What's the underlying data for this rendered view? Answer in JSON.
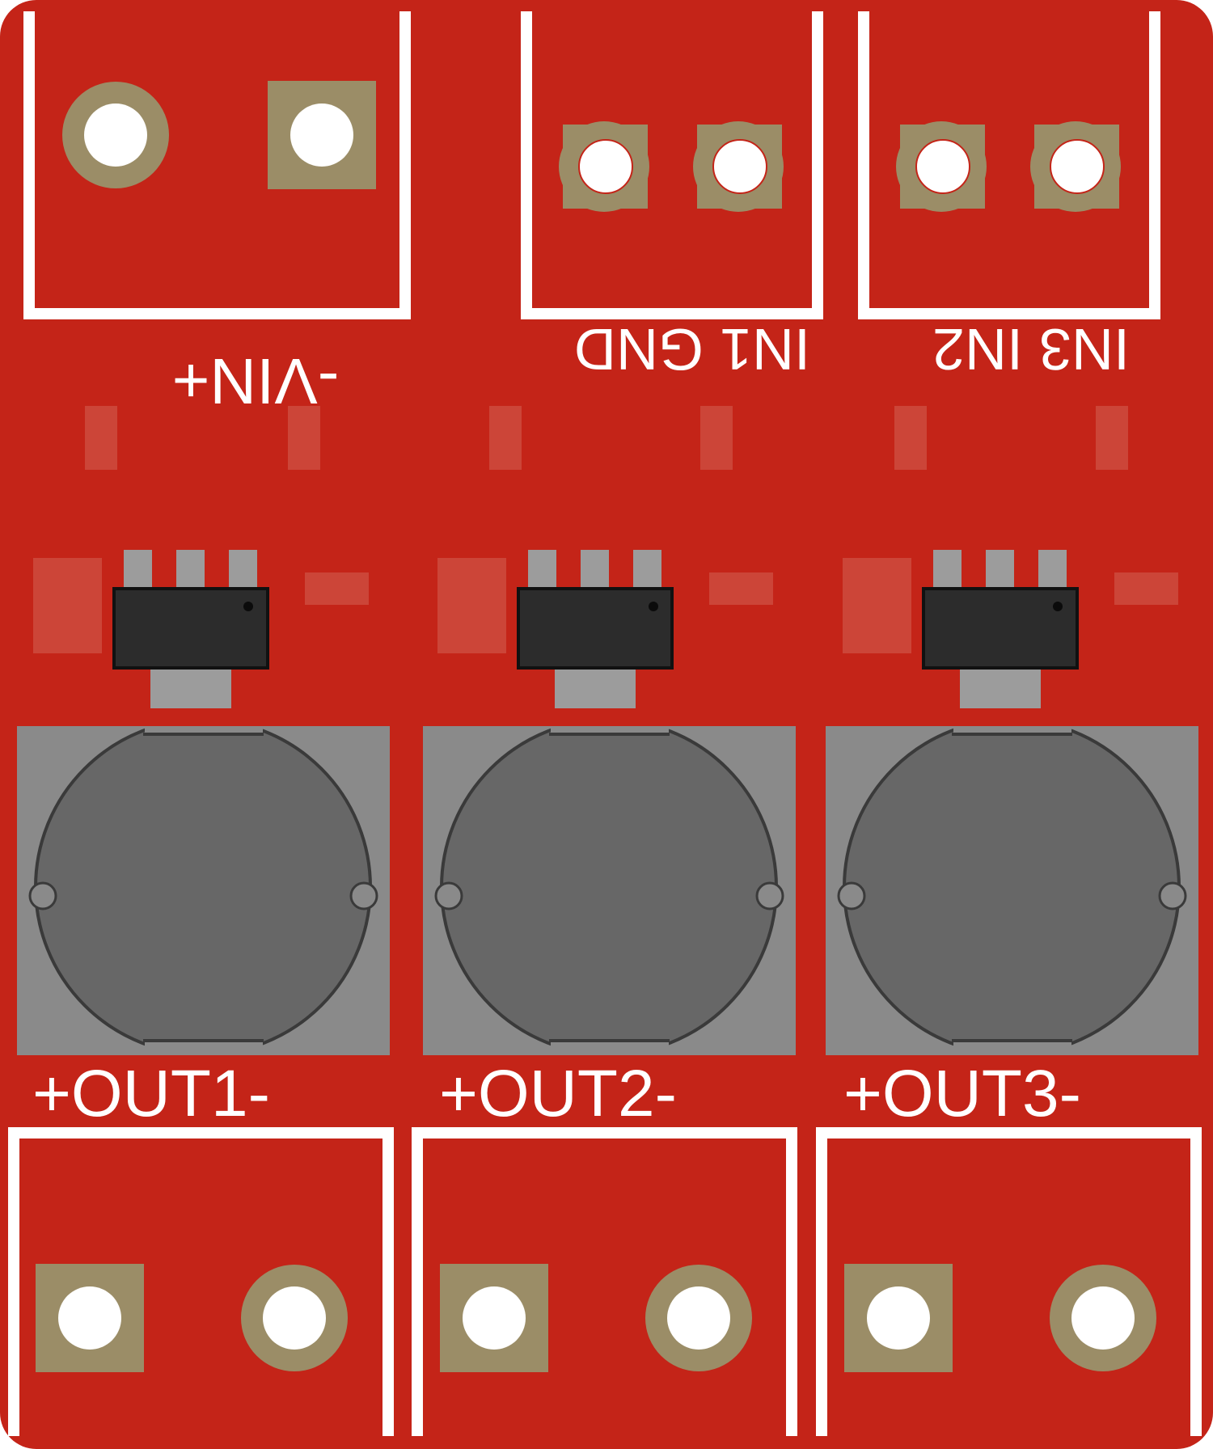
{
  "board": {
    "colors": {
      "pcb": "#c42418",
      "silkscreen": "#ffffff",
      "pad": "#9b8d67",
      "drill": "#ffffff",
      "smd_pad": "#cc4538",
      "ic_body": "#2c2c2c",
      "ic_lead": "#9c9c9c",
      "inductor_pad": "#8a8a8a",
      "inductor_body": "#676767"
    },
    "labels": {
      "vin": "-VIN+",
      "in1_gnd": "IN1 GND",
      "in3_in2": "IN3 IN2",
      "out1": "+OUT1-",
      "out2": "+OUT2-",
      "out3": "+OUT3-"
    },
    "components": {
      "top_connectors": [
        "vin-terminal",
        "in1-gnd-terminal",
        "in3-in2-terminal"
      ],
      "regulators": [
        "regulator-1",
        "regulator-2",
        "regulator-3"
      ],
      "inductors": [
        "inductor-1",
        "inductor-2",
        "inductor-3"
      ],
      "bottom_connectors": [
        "out1-terminal",
        "out2-terminal",
        "out3-terminal"
      ]
    }
  }
}
